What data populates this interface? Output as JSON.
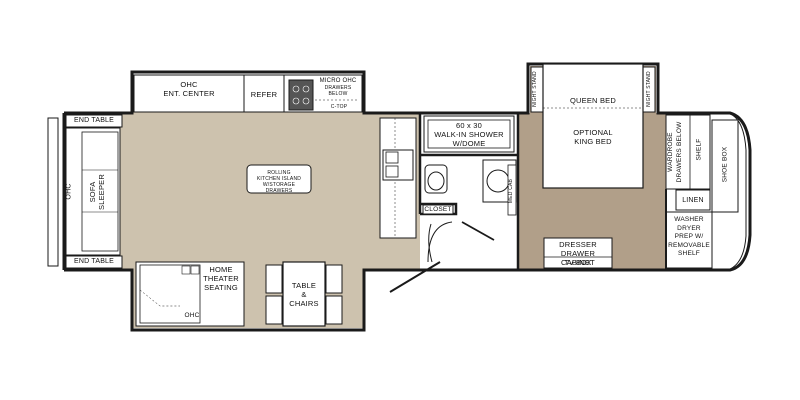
{
  "floorplan": {
    "colors": {
      "wall": "#1a1a1a",
      "main_floor": "#cdc2ae",
      "bed_floor": "#b19f89",
      "bath_floor": "#ffffff",
      "furniture": "#ffffff"
    },
    "labels": {
      "ohc_ent_center": "OHC\nENT. CENTER",
      "refer": "REFER",
      "micro_ohc": "MICRO OHC",
      "drawers_below": "DRAWERS\nBELOW",
      "ctop": "C-TOP",
      "end_table_top": "END TABLE",
      "end_table_bottom": "END TABLE",
      "ohc_left": "OHC",
      "sofa_sleeper": "SOFA\nSLEEPER",
      "rolling_island": "ROLLING\nKITCHEN ISLAND\nW/STORAGE DRAWERS",
      "walk_in_shower": "60 x 30\nWALK-IN SHOWER\nW/DOME",
      "closet": "CLOSET",
      "med_cab": "MED CAB",
      "queen_bed": "QUEEN BED",
      "optional_king": "OPTIONAL\nKING BED",
      "night_stand_left": "NIGHT STAND",
      "night_stand_right": "NIGHT STAND",
      "wardrobe": "WARDROBE\nDRAWERS BELOW",
      "shelf": "SHELF",
      "shoe_box": "SHOE BOX",
      "linen": "LINEN",
      "washer_dryer": "WASHER\nDRYER\nPREP W/\nREMOVABLE\nSHELF",
      "dresser": "DRESSER\nDRAWER CABINET",
      "tv_box": "TV BOX",
      "home_theater": "HOME\nTHEATER\nSEATING",
      "ohc_bottom": "OHC",
      "table_chairs": "TABLE\n&\nCHAIRS"
    }
  }
}
